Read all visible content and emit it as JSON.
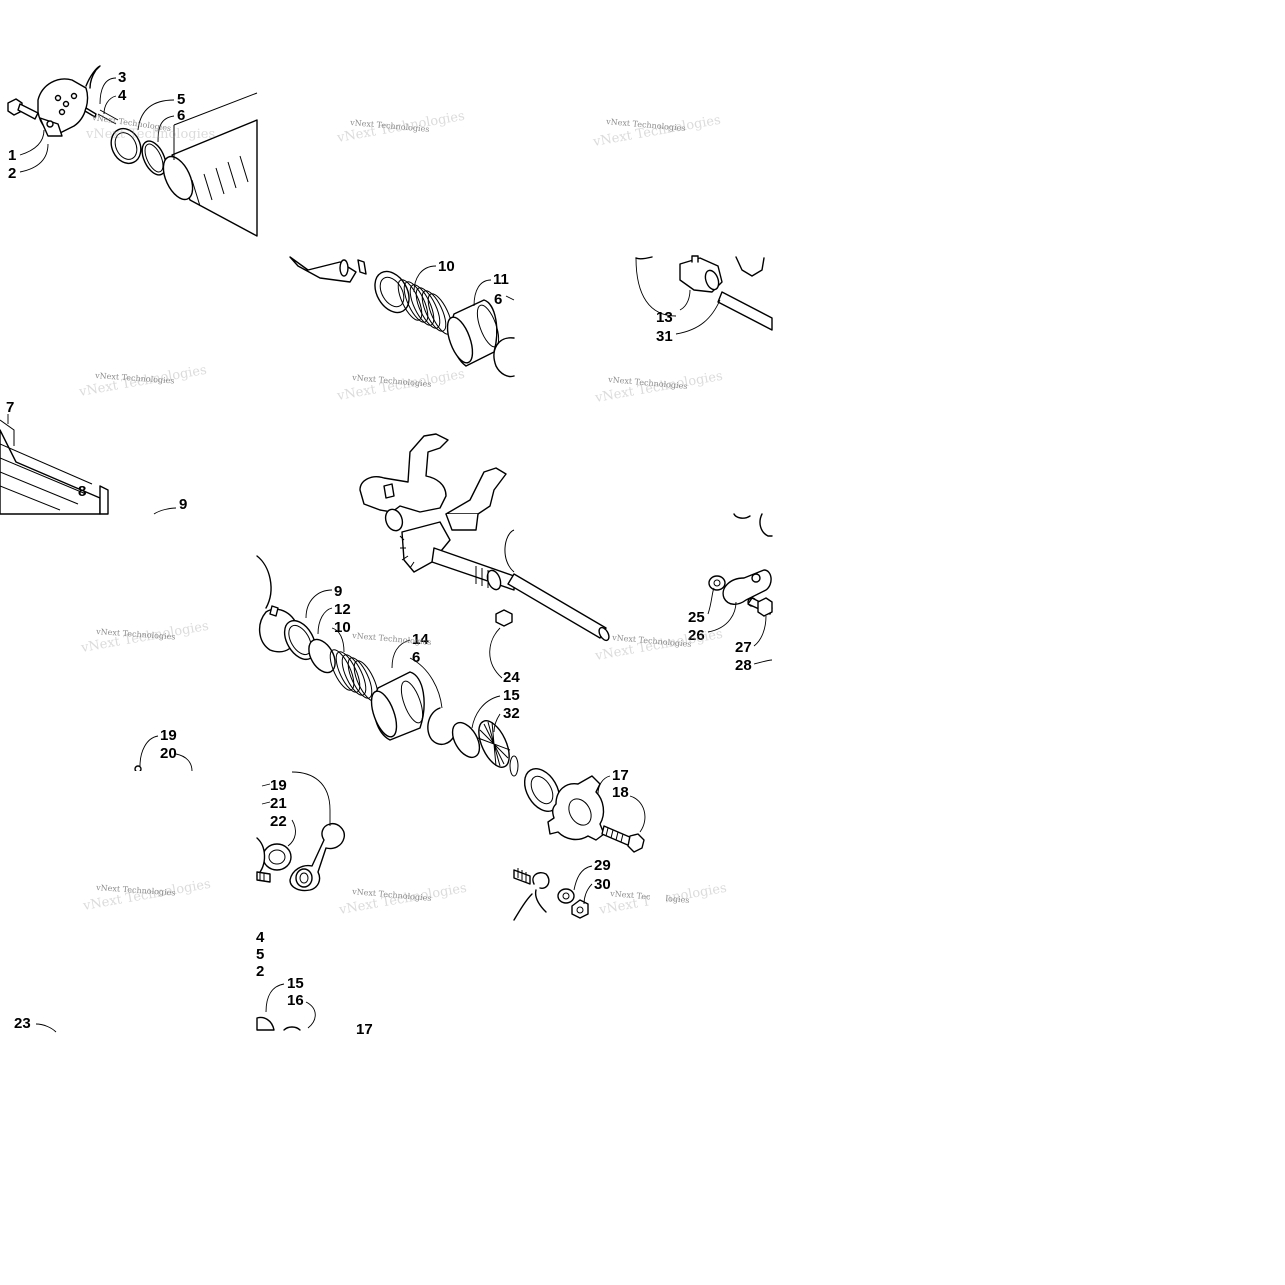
{
  "diagram": {
    "watermark": "vNext Technologies",
    "callouts": [
      "1",
      "2",
      "3",
      "4",
      "5",
      "6",
      "10",
      "11",
      "6",
      "13",
      "31",
      "7",
      "8",
      "9",
      "9",
      "12",
      "10",
      "14",
      "6",
      "24",
      "15",
      "32",
      "25",
      "26",
      "27",
      "28",
      "19",
      "20",
      "19",
      "21",
      "22",
      "17",
      "18",
      "29",
      "30",
      "4",
      "5",
      "2",
      "15",
      "16",
      "23",
      "17"
    ]
  }
}
